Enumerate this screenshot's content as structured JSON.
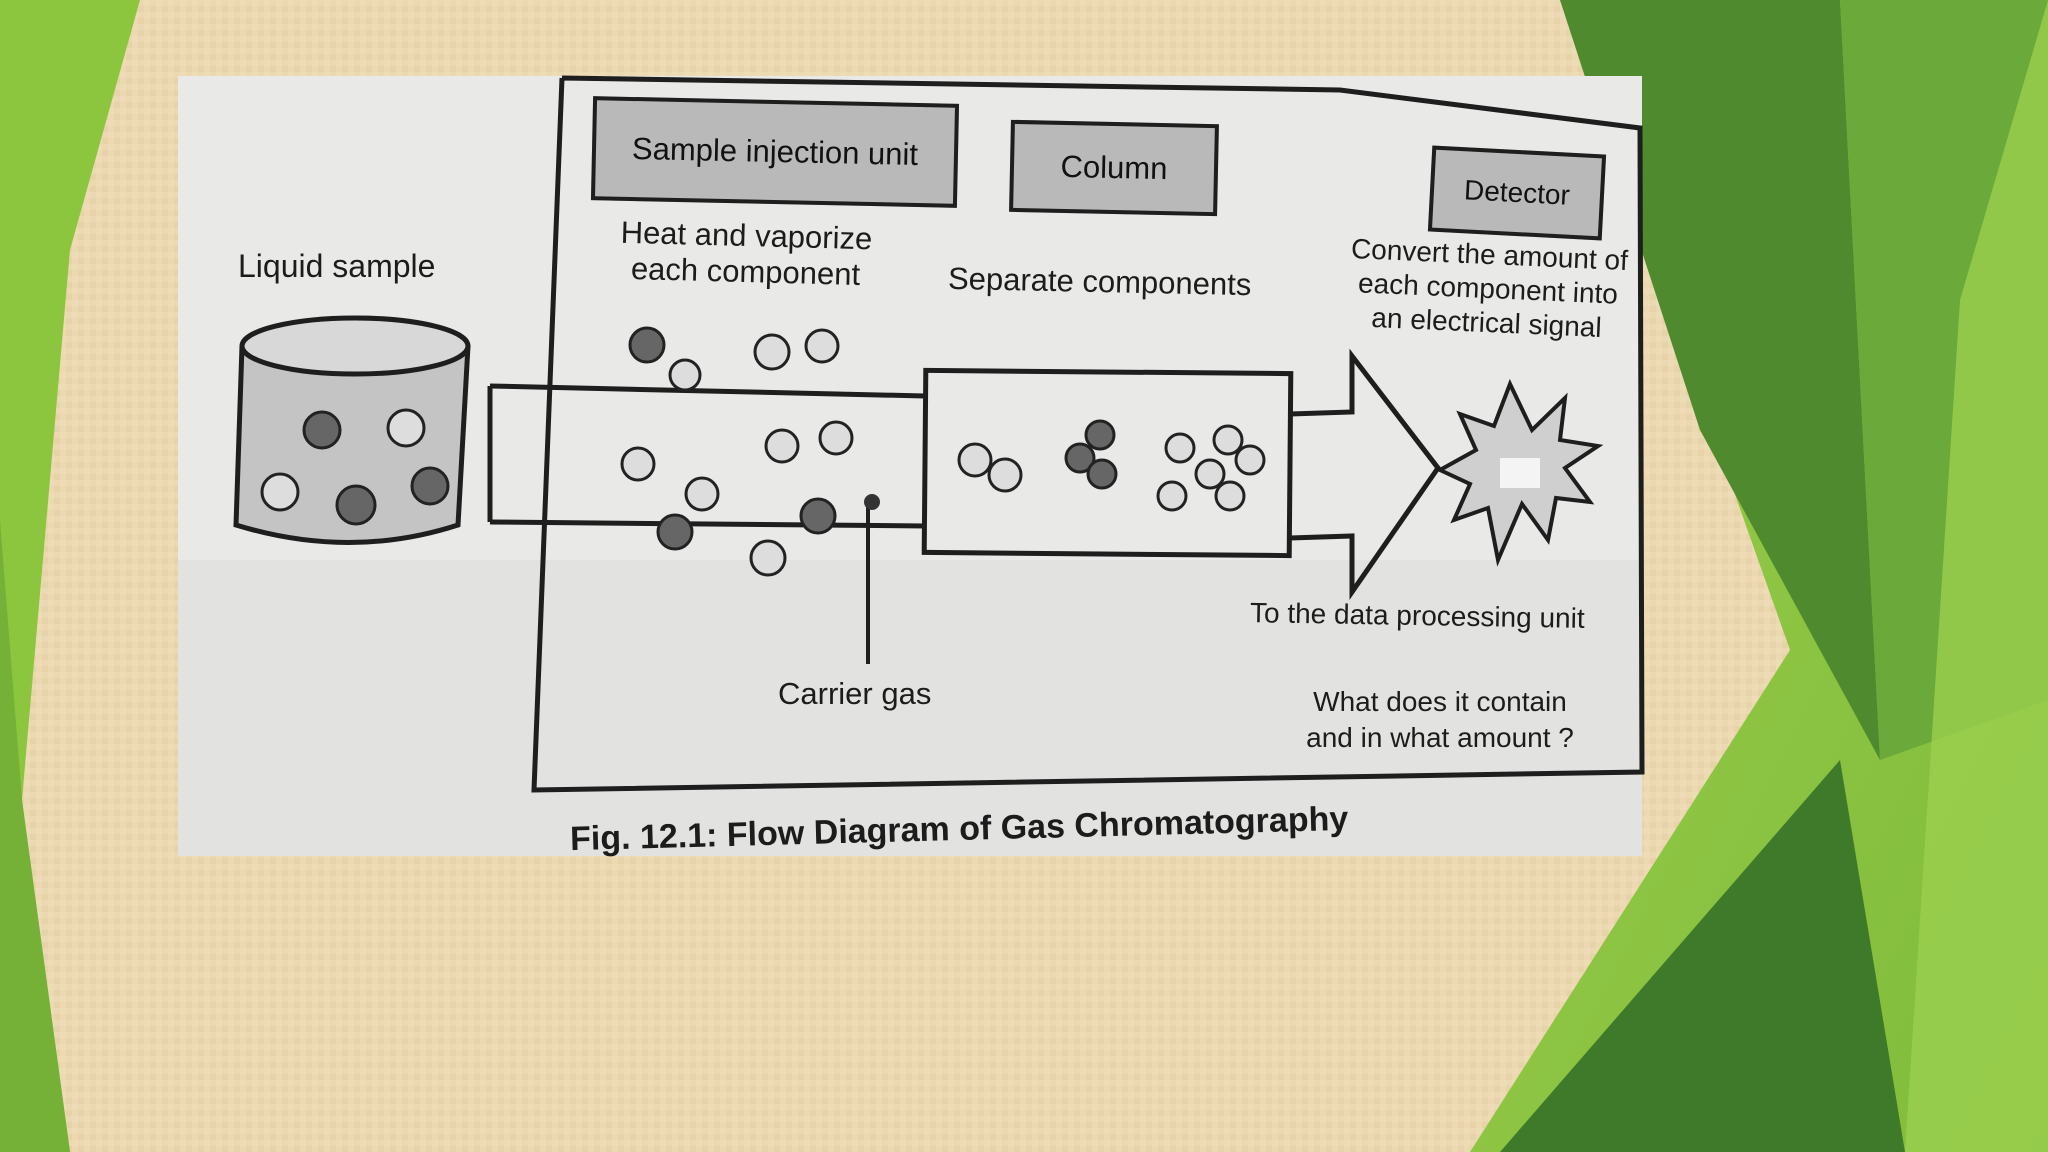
{
  "figure": {
    "caption": "Fig. 12.1: Flow Diagram of Gas Chromatography",
    "stages": {
      "liquid_sample": "Liquid sample",
      "injection": {
        "title": "Sample injection unit",
        "line1": "Heat and vaporize",
        "line2": "each component"
      },
      "column": {
        "title": "Column",
        "desc": "Separate components"
      },
      "detector": {
        "title": "Detector",
        "line1": "Convert the amount of",
        "line2": "each component into",
        "line3": "an electrical signal"
      }
    },
    "carrier_gas": "Carrier gas",
    "output": "To the data processing unit",
    "question": {
      "line1": "What does it contain",
      "line2": "and in what amount ?"
    }
  },
  "colors": {
    "slide_bg": "#ecd9b1",
    "green_light": "#8cc63f",
    "green_mid": "#6aa93a",
    "green_dark": "#3f7a2a",
    "paper": "#e9e9e7",
    "ink": "#1c1c1c",
    "box_fill": "#b9b9b9"
  }
}
